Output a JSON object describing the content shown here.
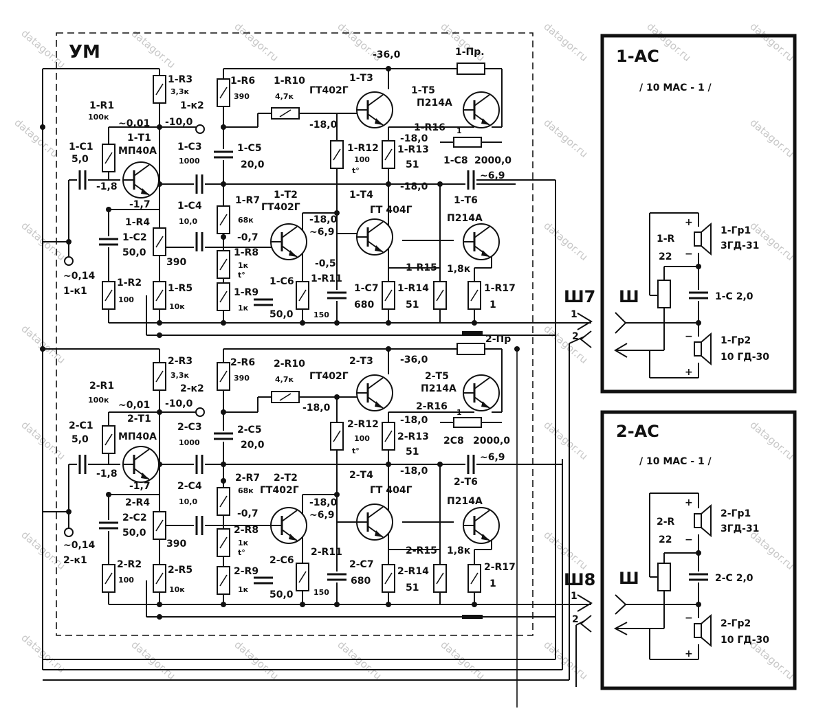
{
  "amp_title": "УМ",
  "watermark": "datagor.ru",
  "speakers": [
    {
      "title": "1-АС",
      "model": "/ 10 МАС - 1 /",
      "r": "1-R",
      "r_val": "22",
      "cap": "1-С  2,0",
      "gr1": "1-Гр1",
      "gr1_type": "3ГД-31",
      "gr2": "1-Гр2",
      "gr2_type": "10 ГД-30",
      "plug": "Ш",
      "plus": "+",
      "minus": "−"
    },
    {
      "title": "2-АС",
      "model": "/ 10 МАС - 1 /",
      "r": "2-R",
      "r_val": "22",
      "cap": "2-С  2,0",
      "gr1": "2-Гр1",
      "gr1_type": "3ГД-31",
      "gr2": "2-Гр2",
      "gr2_type": "10 ГД-30",
      "plug": "Ш",
      "plus": "+",
      "minus": "−"
    }
  ],
  "connectors": [
    {
      "name": "Ш7",
      "pin1": "1",
      "pin2": "2"
    },
    {
      "name": "Ш8",
      "pin1": "1",
      "pin2": "2"
    }
  ],
  "channels": [
    {
      "R1": "1-R1",
      "R1v": "100к",
      "C1": "1-С1",
      "C1v": "5,0",
      "T1": "1-Т1",
      "T1t": "МП40А",
      "R3": "1-R3",
      "R3v": "3,3к",
      "K2": "1-к2",
      "v001": "~0,01",
      "v10": "-10,0",
      "vm18": "-1,8",
      "vm17": "-1,7",
      "R4": "1-R4",
      "C2": "1-С2",
      "C2v": "50,0",
      "v390": "390",
      "K1v": "~0,14",
      "K1": "1-к1",
      "R2": "1-R2",
      "R2v": "100",
      "R5": "1-R5",
      "R5v": "10к",
      "C3": "1-С3",
      "C3v": "1000",
      "C4": "1-С4",
      "C4v": "10,0",
      "R6": "1-R6",
      "R6v": "390",
      "C5": "1-С5",
      "C5v": "20,0",
      "R7": "1-R7",
      "R7v": "68к",
      "vm07": "-0,7",
      "R8": "1-R8",
      "R8v": "1к",
      "t": "t°",
      "R9": "1-R9",
      "R9v": "1к",
      "C6": "1-С6",
      "C6v": "50,0",
      "R11": "1-R11",
      "R11v": "150",
      "R10": "1-R10",
      "R10v": "4,7к",
      "vm180a": "-18,0",
      "T2": "1-Т2",
      "T2t": "ГТ402Г",
      "vm180b": "-18,0",
      "v69": "~6,9",
      "vm05": "-0,5",
      "T3": "1-Т3",
      "T3t": "ГТ402Г",
      "v36": "-36,0",
      "R12": "1-R12",
      "R12v": "100",
      "R13": "1-R13",
      "R13v": "51",
      "T4": "1-Т4",
      "T4t": "ГТ  404Г",
      "C7": "1-С7",
      "C7v": "680",
      "R14": "1-R14",
      "R14v": "51",
      "R15": "1-R15",
      "Pr": "1-Пр.",
      "T5": "1-Т5",
      "T5t": "П214А",
      "R16": "1-R16",
      "vm180c": "-18,0",
      "C8": "1-С8",
      "C8v": "2000,0",
      "v69b": "~6,9",
      "vm180d": "-18,0",
      "T6": "1-Т6",
      "T6t": "П214А",
      "v18k": "1,8к",
      "R17": "1-R17",
      "R17v": "1",
      "n1": "1"
    },
    {
      "R1": "2-R1",
      "R1v": "100к",
      "C1": "2-С1",
      "C1v": "5,0",
      "T1": "2-Т1",
      "T1t": "МП40А",
      "R3": "2-R3",
      "R3v": "3,3к",
      "K2": "2-к2",
      "v001": "~0,01",
      "v10": "-10,0",
      "vm18": "-1,8",
      "vm17": "-1,7",
      "R4": "2-R4",
      "C2": "2-С2",
      "C2v": "50,0",
      "v390": "390",
      "K1v": "~0,14",
      "K1": "2-к1",
      "R2": "2-R2",
      "R2v": "100",
      "R5": "2-R5",
      "R5v": "10к",
      "C3": "2-С3",
      "C3v": "1000",
      "C4": "2-С4",
      "C4v": "10,0",
      "R6": "2-R6",
      "R6v": "390",
      "C5": "2-С5",
      "C5v": "20,0",
      "R7": "2-R7",
      "R7v": "68к",
      "vm07": "-0,7",
      "R8": "2-R8",
      "R8v": "1к",
      "t": "t°",
      "R9": "2-R9",
      "R9v": "1к",
      "C6": "2-С6",
      "C6v": "50,0",
      "R11": "2-R11",
      "R11v": "150",
      "R10": "2-R10",
      "R10v": "4,7к",
      "vm180a": "-18,0",
      "T2": "2-Т2",
      "T2t": "ГТ402Г",
      "vm180b": "-18,0",
      "v69": "~6,9",
      "vm05": "",
      "T3": "2-Т3",
      "T3t": "ГТ402Г",
      "v36": "-36,0",
      "R12": "2-R12",
      "R12v": "100",
      "R13": "2-R13",
      "R13v": "51",
      "T4": "2-Т4",
      "T4t": "ГТ  404Г",
      "C7": "2-С7",
      "C7v": "680",
      "R14": "2-R14",
      "R14v": "51",
      "R15": "2-R15",
      "Pr": "2-Пр",
      "T5": "2-Т5",
      "T5t": "П214А",
      "R16": "2-R16",
      "vm180c": "-18,0",
      "C8": "2С8",
      "C8v": "2000,0",
      "v69b": "~6,9",
      "vm180d": "-18,0",
      "T6": "2-Т6",
      "T6t": "П214А",
      "v18k": "1,8к",
      "R17": "2-R17",
      "R17v": "1",
      "n1": "1"
    }
  ]
}
